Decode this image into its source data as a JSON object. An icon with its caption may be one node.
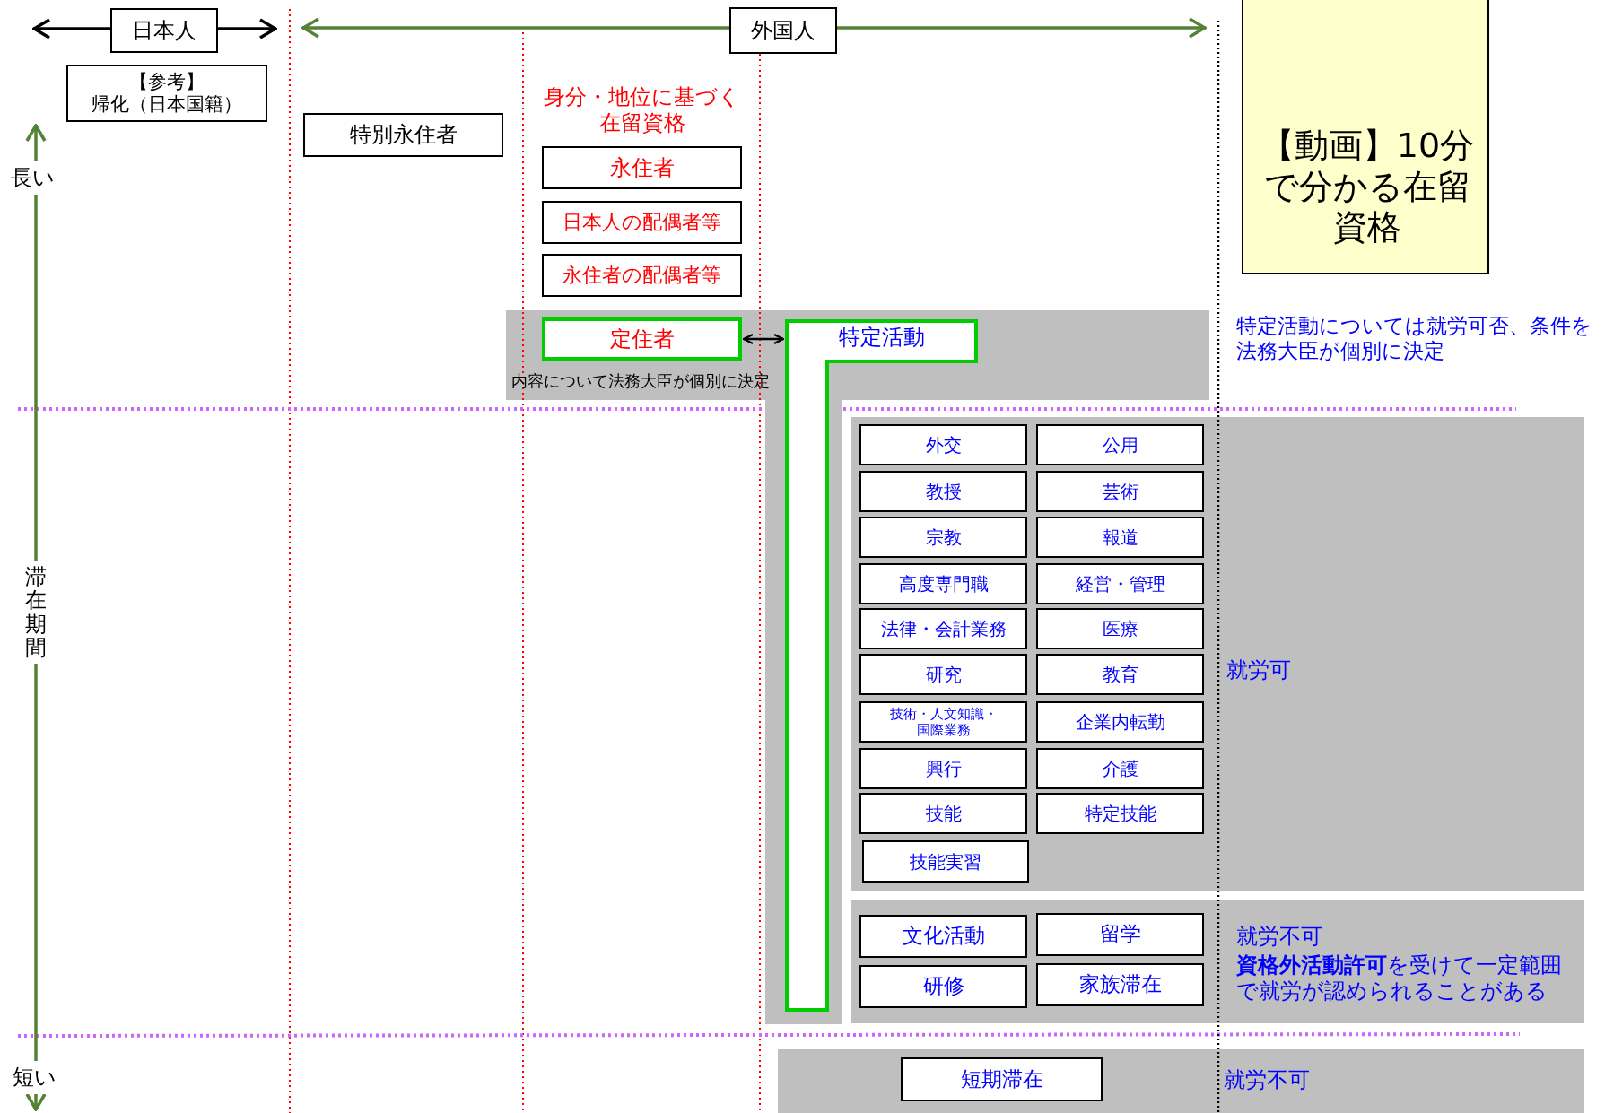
{
  "diagram": {
    "nodes": [
      {
        "text": [
          "日本人"
        ]
      },
      {
        "text": [
          "外国人"
        ]
      },
      {
        "text": [
          "【参考】",
          "帰化（日本国籍）"
        ]
      },
      {
        "text": [
          "【動画】10分で分かる在留資格"
        ]
      },
      {
        "text": [
          "特別永住者"
        ]
      },
      {
        "text": [
          "永住者"
        ]
      },
      {
        "text": [
          "日本人の配偶者等"
        ]
      },
      {
        "text": [
          "永住者の配偶者等"
        ]
      },
      {
        "text": [
          "定住者"
        ],
        "beside": [
          "内容について法務大臣が個別に決定"
        ]
      },
      {
        "text": [
          "特定活動"
        ]
      },
      {
        "text": [
          "就労可"
        ]
      },
      {
        "text": [
          "外交"
        ],
        "in": 10
      },
      {
        "text": [
          "公用"
        ],
        "in": 10
      },
      {
        "text": [
          "教授"
        ],
        "in": 10
      },
      {
        "text": [
          "芸術"
        ],
        "in": 10
      },
      {
        "text": [
          "宗教"
        ],
        "in": 10
      },
      {
        "text": [
          "報道"
        ],
        "in": 10
      },
      {
        "text": [
          "高度専門職"
        ],
        "in": 10
      },
      {
        "text": [
          "経営・管理"
        ],
        "in": 10
      },
      {
        "text": [
          "法律・会計業務"
        ],
        "in": 10
      },
      {
        "text": [
          "医療"
        ],
        "in": 10
      },
      {
        "text": [
          "研究"
        ],
        "in": 10
      },
      {
        "text": [
          "教育"
        ],
        "in": 10
      },
      {
        "text": [
          "技術・人文知識・国際業務"
        ],
        "in": 10
      },
      {
        "text": [
          "企業内転勤"
        ],
        "in": 10
      },
      {
        "text": [
          "興行"
        ],
        "in": 10
      },
      {
        "text": [
          "介護"
        ],
        "in": 10
      },
      {
        "text": [
          "技能"
        ],
        "in": 10
      },
      {
        "text": [
          "特定技能"
        ],
        "in": 10
      },
      {
        "text": [
          "技能実習"
        ],
        "in": 10
      },
      {
        "text": [
          "就労不可",
          "**資格外活動許可**を受けて一定範囲で就労が認められることがある"
        ]
      },
      {
        "text": [
          "文化活動"
        ],
        "in": 30
      },
      {
        "text": [
          "留学"
        ],
        "in": 30
      },
      {
        "text": [
          "研修"
        ],
        "in": 30
      },
      {
        "text": [
          "家族滞在"
        ],
        "in": 30
      },
      {
        "text": [
          "就労不可"
        ]
      },
      {
        "text": [
          "短期滞在"
        ],
        "in": 35
      }
    ],
    "edges": [
      {
        "from": 8,
        "to": 9,
        "arrow": "both"
      }
    ],
    "labels": [
      "身分・地位に基づく在留資格",
      "長い",
      "特定活動については就労可否、条件を法務大臣が個別に決定",
      "滞在期間",
      "短い"
    ]
  }
}
